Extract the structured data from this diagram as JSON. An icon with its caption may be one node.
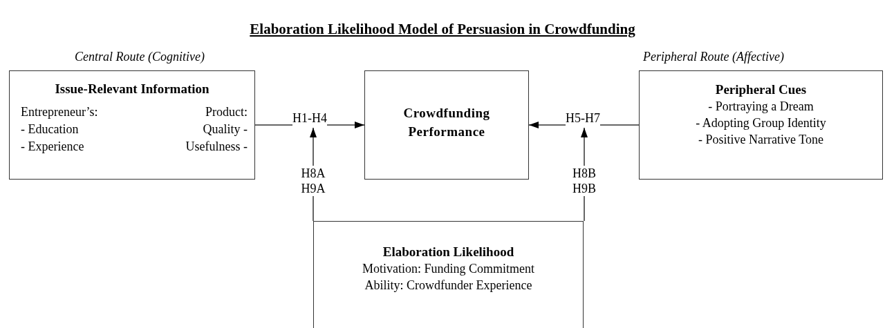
{
  "diagram": {
    "title": "Elaboration Likelihood Model of Persuasion in Crowdfunding",
    "nodes": [
      {
        "text": [
          "Issue-Relevant Information",
          "Entrepreneur’s:",
          "- Education",
          "- Experience",
          "Product:",
          "Quality -",
          "Usefulness -"
        ],
        "beside": [
          "Central Route (Cognitive)"
        ]
      },
      {
        "text": [
          "Crowdfunding Performance"
        ]
      },
      {
        "text": [
          "Peripheral Cues",
          "- Portraying a Dream",
          "- Adopting Group Identity",
          "- Positive Narrative Tone"
        ],
        "beside": [
          "Peripheral Route (Affective)"
        ]
      },
      {
        "text": [
          "Elaboration Likelihood",
          "Motivation: Funding Commitment",
          "Ability: Crowdfunder Experience"
        ]
      }
    ],
    "edges": [
      {
        "from": 0,
        "to": 1,
        "arrow": "to",
        "label": "H1-H4"
      },
      {
        "from": 2,
        "to": 1,
        "arrow": "to",
        "label": "H5-H7"
      },
      {
        "from": 3,
        "to": null,
        "arrow": "to",
        "label": "H8A H9A"
      },
      {
        "from": 3,
        "to": null,
        "arrow": "to",
        "label": "H8B H9B"
      }
    ]
  }
}
